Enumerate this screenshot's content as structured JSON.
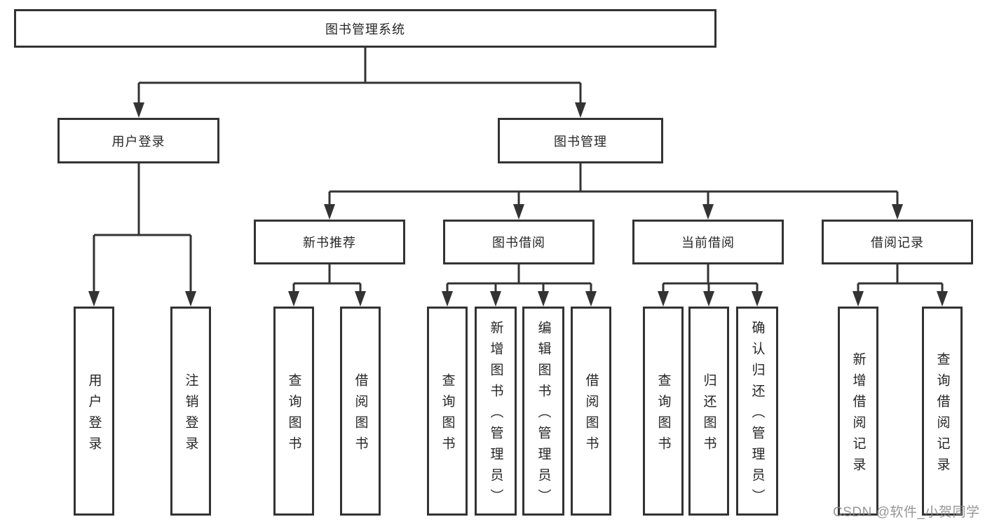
{
  "tree": {
    "label": "图书管理系统",
    "children": [
      {
        "label": "用户登录",
        "children": [
          {
            "label": "用户登录"
          },
          {
            "label": "注销登录"
          }
        ]
      },
      {
        "label": "图书管理",
        "children": [
          {
            "label": "新书推荐",
            "children": [
              {
                "label": "查询图书"
              },
              {
                "label": "借阅图书"
              }
            ]
          },
          {
            "label": "图书借阅",
            "children": [
              {
                "label": "查询图书"
              },
              {
                "label": "新增图书（管理员）"
              },
              {
                "label": "编辑图书（管理员）"
              },
              {
                "label": "借阅图书"
              }
            ]
          },
          {
            "label": "当前借阅",
            "children": [
              {
                "label": "查询图书"
              },
              {
                "label": "归还图书"
              },
              {
                "label": "确认归还（管理员）"
              }
            ]
          },
          {
            "label": "借阅记录",
            "children": [
              {
                "label": "新增借阅记录"
              },
              {
                "label": "查询借阅记录"
              }
            ]
          }
        ]
      }
    ]
  },
  "watermark": {
    "text": "CSDN @软件_小贺同学"
  },
  "colors": {
    "line": "#333333",
    "box_border": "#333333",
    "box_fill": "#ffffff",
    "text": "#262626",
    "watermark": "#878787",
    "background": "#ffffff"
  }
}
